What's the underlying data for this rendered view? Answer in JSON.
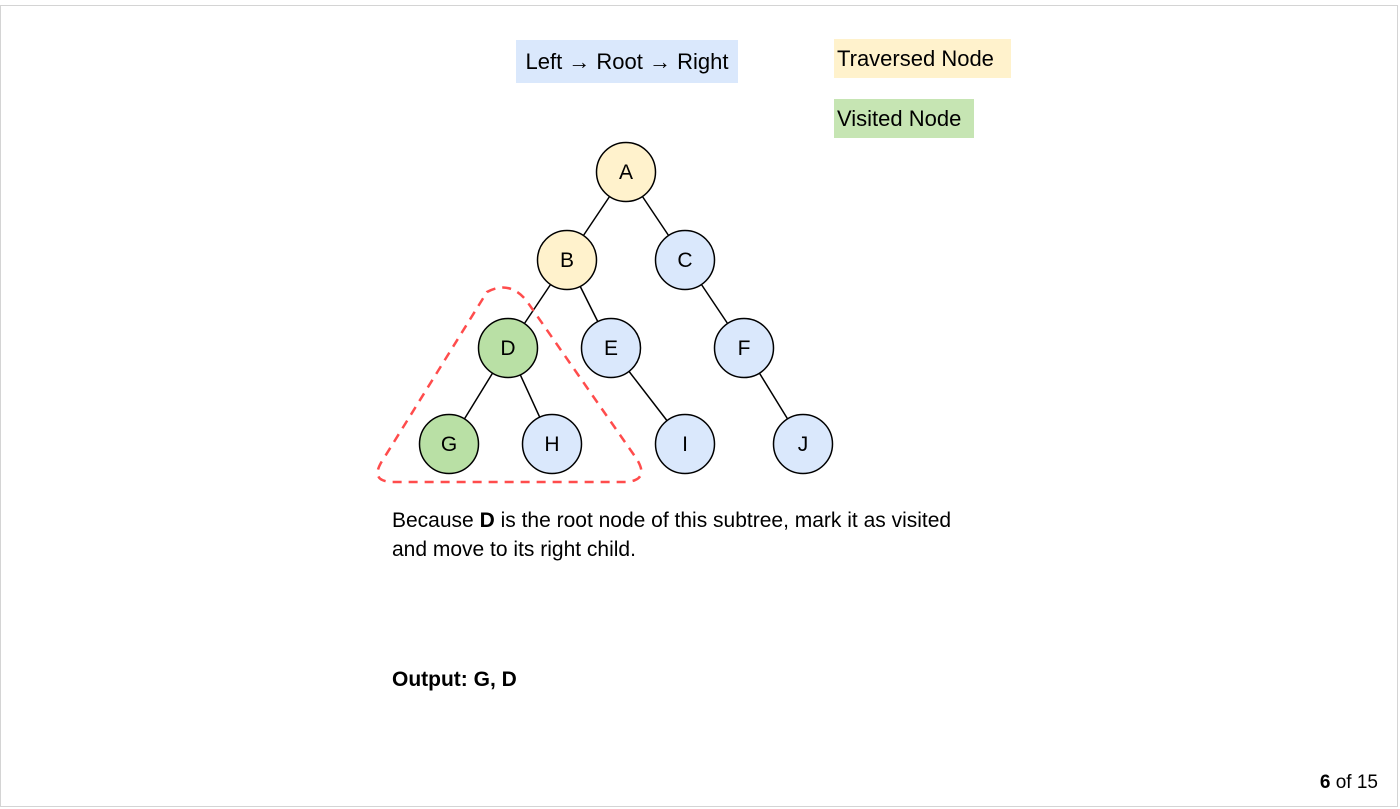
{
  "order_label": "Left → Root → Right",
  "legend": {
    "traversed": {
      "label": "Traversed Node",
      "color": "#fff2cc"
    },
    "visited": {
      "label": "Visited Node",
      "color": "#c6e5b3"
    }
  },
  "colors": {
    "unvisited": "#dae8fc",
    "traversed": "#fff2cc",
    "visited": "#b9e0a5",
    "subtree_outline": "#ff4c4c"
  },
  "tree": {
    "nodes": [
      {
        "id": "A",
        "state": "traversed"
      },
      {
        "id": "B",
        "state": "traversed"
      },
      {
        "id": "C",
        "state": "unvisited"
      },
      {
        "id": "D",
        "state": "visited"
      },
      {
        "id": "E",
        "state": "unvisited"
      },
      {
        "id": "F",
        "state": "unvisited"
      },
      {
        "id": "G",
        "state": "visited"
      },
      {
        "id": "H",
        "state": "unvisited"
      },
      {
        "id": "I",
        "state": "unvisited"
      },
      {
        "id": "J",
        "state": "unvisited"
      }
    ],
    "edges": [
      [
        "A",
        "B"
      ],
      [
        "A",
        "C"
      ],
      [
        "B",
        "D"
      ],
      [
        "B",
        "E"
      ],
      [
        "C",
        "F"
      ],
      [
        "D",
        "G"
      ],
      [
        "D",
        "H"
      ],
      [
        "E",
        "I"
      ],
      [
        "F",
        "J"
      ]
    ],
    "highlighted_subtree_root": "D"
  },
  "caption": {
    "prefix": "Because ",
    "bold": "D",
    "rest": " is the root node of this subtree, mark it as visited and move to its right child."
  },
  "output_text": "Output: G, D",
  "pager": {
    "current": "6",
    "suffix": " of 15"
  }
}
